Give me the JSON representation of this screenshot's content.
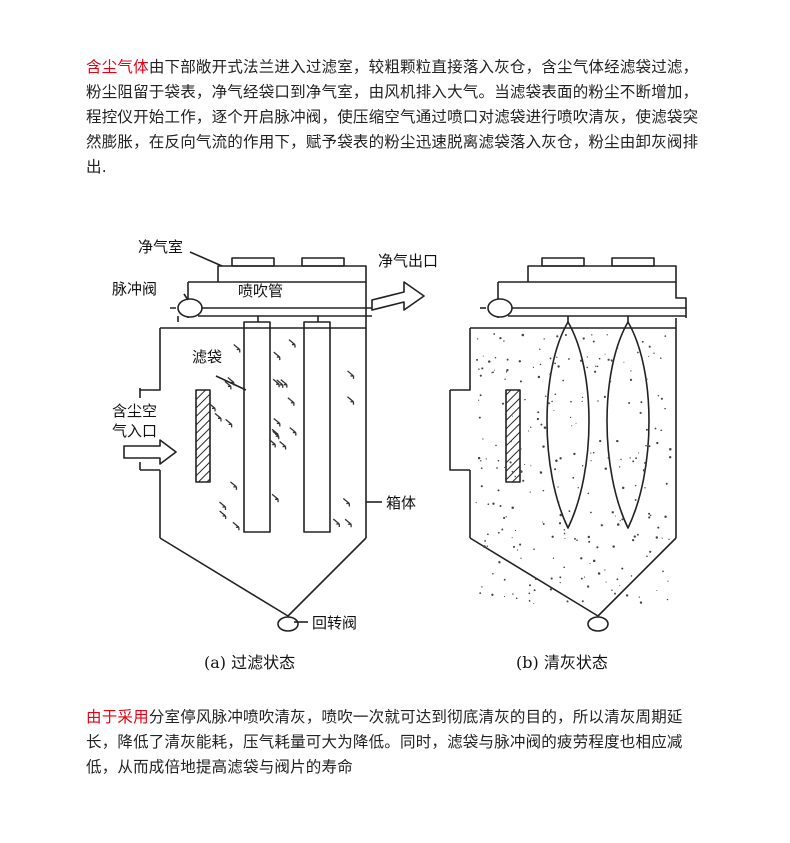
{
  "intro": {
    "highlight": "含尘气体",
    "text": "由下部敞开式法兰进入过滤室，较粗颗粒直接落入灰仓，含尘气体经滤袋过滤，粉尘阻留于袋表，净气经袋口到净气室，由风机排入大气。当滤袋表面的粉尘不断增加，程控仪开始工作，逐个开启脉冲阀，使压缩空气通过喷口对滤袋进行喷吹清灰，使滤袋突然膨胀，在反向气流的作用下，赋予袋表的粉尘迅速脱离滤袋落入灰仓，粉尘由卸灰阀排出."
  },
  "diagram": {
    "labels": {
      "clean_chamber": "净气室",
      "pulse_valve": "脉冲阀",
      "blow_pipe": "喷吹管",
      "clean_outlet": "净气出口",
      "filter_bag": "滤袋",
      "inlet_line1": "含尘空",
      "inlet_line2": "气入口",
      "housing": "箱体",
      "rotary_valve": "回转阀"
    },
    "captions": {
      "left": "(a)  过滤状态",
      "right": "(b)  清灰状态"
    }
  },
  "conclusion": {
    "highlight": "由于采用",
    "text": "分室停风脉冲喷吹清灰，喷吹一次就可达到彻底清灰的目的，所以清灰周期延长，降低了清灰能耗，压气耗量可大为降低。同时，滤袋与脉冲阀的疲劳程度也相应减低，从而成倍地提高滤袋与阀片的寿命"
  }
}
